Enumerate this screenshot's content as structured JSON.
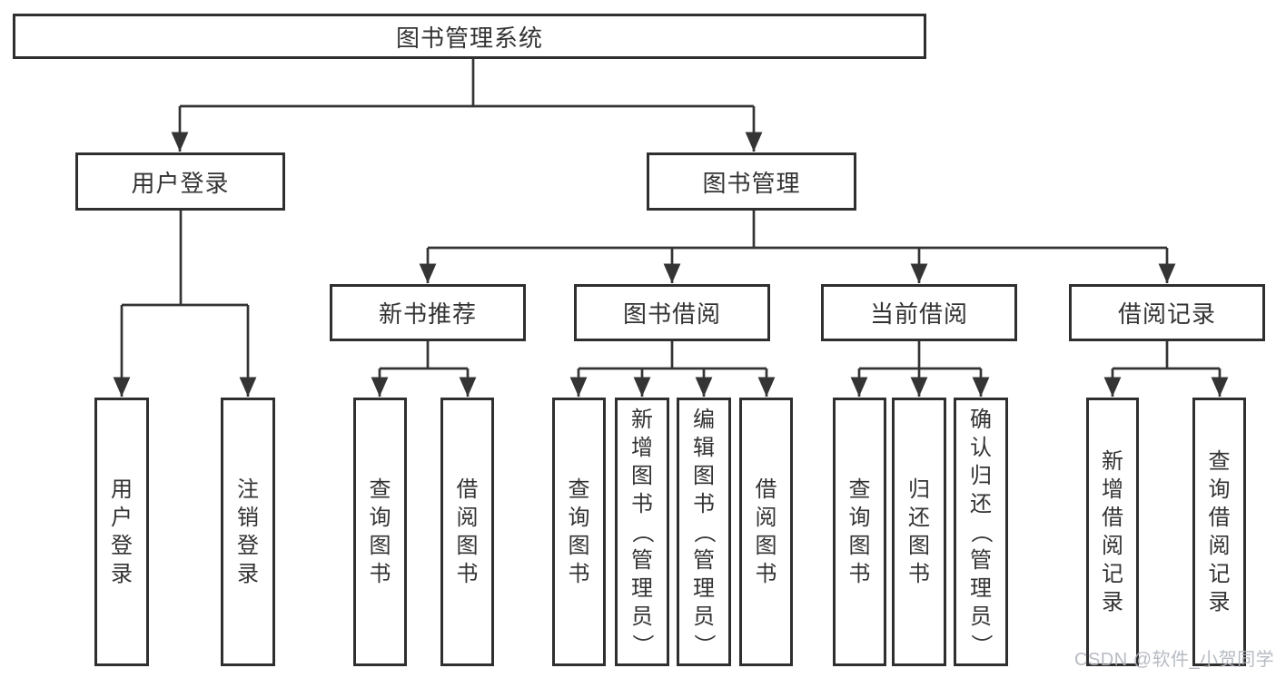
{
  "diagram": {
    "title": "图书管理系统",
    "branches": [
      {
        "label": "用户登录",
        "children": [
          {
            "label": "用户登录"
          },
          {
            "label": "注销登录"
          }
        ]
      },
      {
        "label": "图书管理",
        "children": [
          {
            "label": "新书推荐",
            "children": [
              {
                "label": "查询图书"
              },
              {
                "label": "借阅图书"
              }
            ]
          },
          {
            "label": "图书借阅",
            "children": [
              {
                "label": "查询图书"
              },
              {
                "label": "新增图书（管理员）"
              },
              {
                "label": "编辑图书（管理员）"
              },
              {
                "label": "借阅图书"
              }
            ]
          },
          {
            "label": "当前借阅",
            "children": [
              {
                "label": "查询图书"
              },
              {
                "label": "归还图书"
              },
              {
                "label": "确认归还（管理员）"
              }
            ]
          },
          {
            "label": "借阅记录",
            "children": [
              {
                "label": "新增借阅记录"
              },
              {
                "label": "查询借阅记录"
              }
            ]
          }
        ]
      }
    ]
  },
  "watermark": {
    "text": "CSDN @软件_小贺同学"
  },
  "colors": {
    "line": "#343434",
    "box_border": "#2f2f2f",
    "text": "#333333",
    "background": "#ffffff",
    "watermark": "#b1b5be"
  }
}
